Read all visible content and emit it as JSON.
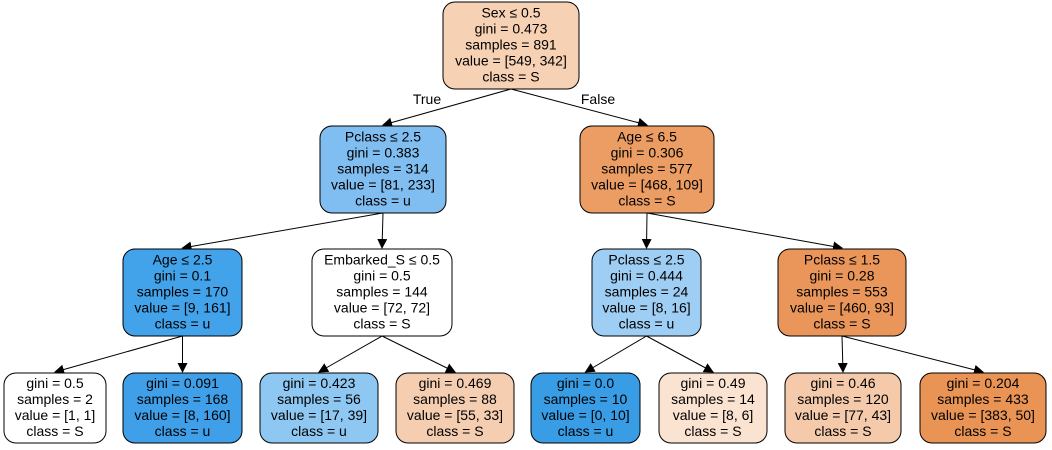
{
  "edge_labels": {
    "true_label": "True",
    "false_label": "False"
  },
  "nodes": [
    {
      "id": "n0",
      "fill": "#f6d1b4",
      "lines": [
        "Sex ≤ 0.5",
        "gini = 0.473",
        "samples = 891",
        "value = [549, 342]",
        "class = S"
      ]
    },
    {
      "id": "n1",
      "fill": "#80bdf0",
      "lines": [
        "Pclass ≤ 2.5",
        "gini = 0.383",
        "samples = 314",
        "value = [81, 233]",
        "class = u"
      ]
    },
    {
      "id": "n2",
      "fill": "#ec9d63",
      "lines": [
        "Age ≤ 6.5",
        "gini = 0.306",
        "samples = 577",
        "value = [468, 109]",
        "class = S"
      ]
    },
    {
      "id": "n3",
      "fill": "#42a3ea",
      "lines": [
        "Age ≤ 2.5",
        "gini = 0.1",
        "samples = 170",
        "value = [9, 161]",
        "class = u"
      ]
    },
    {
      "id": "n4",
      "fill": "#ffffff",
      "lines": [
        "Embarked_S ≤ 0.5",
        "gini = 0.5",
        "samples = 144",
        "value = [72, 72]",
        "class = S"
      ]
    },
    {
      "id": "n5",
      "fill": "#9fcef4",
      "lines": [
        "Pclass ≤ 2.5",
        "gini = 0.444",
        "samples = 24",
        "value = [8, 16]",
        "class = u"
      ]
    },
    {
      "id": "n6",
      "fill": "#ea965a",
      "lines": [
        "Pclass ≤ 1.5",
        "gini = 0.28",
        "samples = 553",
        "value = [460, 93]",
        "class = S"
      ]
    },
    {
      "id": "n7",
      "fill": "#ffffff",
      "lines": [
        "gini = 0.5",
        "samples = 2",
        "value = [1, 1]",
        "class = S"
      ]
    },
    {
      "id": "n8",
      "fill": "#409fe9",
      "lines": [
        "gini = 0.091",
        "samples = 168",
        "value = [8, 160]",
        "class = u"
      ]
    },
    {
      "id": "n9",
      "fill": "#8ec8f2",
      "lines": [
        "gini = 0.423",
        "samples = 56",
        "value = [17, 39]",
        "class = u"
      ]
    },
    {
      "id": "n10",
      "fill": "#f5cdb0",
      "lines": [
        "gini = 0.469",
        "samples = 88",
        "value = [55, 33]",
        "class = S"
      ]
    },
    {
      "id": "n11",
      "fill": "#399de5",
      "lines": [
        "gini = 0.0",
        "samples = 10",
        "value = [0, 10]",
        "class = u"
      ]
    },
    {
      "id": "n12",
      "fill": "#fbe3d2",
      "lines": [
        "gini = 0.49",
        "samples = 14",
        "value = [8, 6]",
        "class = S"
      ]
    },
    {
      "id": "n13",
      "fill": "#f4caab",
      "lines": [
        "gini = 0.46",
        "samples = 120",
        "value = [77, 43]",
        "class = S"
      ]
    },
    {
      "id": "n14",
      "fill": "#e99355",
      "lines": [
        "gini = 0.204",
        "samples = 433",
        "value = [383, 50]",
        "class = S"
      ]
    }
  ],
  "edges": [
    {
      "from": "n0",
      "to": "n1"
    },
    {
      "from": "n0",
      "to": "n2"
    },
    {
      "from": "n1",
      "to": "n3"
    },
    {
      "from": "n1",
      "to": "n4"
    },
    {
      "from": "n2",
      "to": "n5"
    },
    {
      "from": "n2",
      "to": "n6"
    },
    {
      "from": "n3",
      "to": "n7"
    },
    {
      "from": "n3",
      "to": "n8"
    },
    {
      "from": "n4",
      "to": "n9"
    },
    {
      "from": "n4",
      "to": "n10"
    },
    {
      "from": "n5",
      "to": "n11"
    },
    {
      "from": "n5",
      "to": "n12"
    },
    {
      "from": "n6",
      "to": "n13"
    },
    {
      "from": "n6",
      "to": "n14"
    }
  ]
}
